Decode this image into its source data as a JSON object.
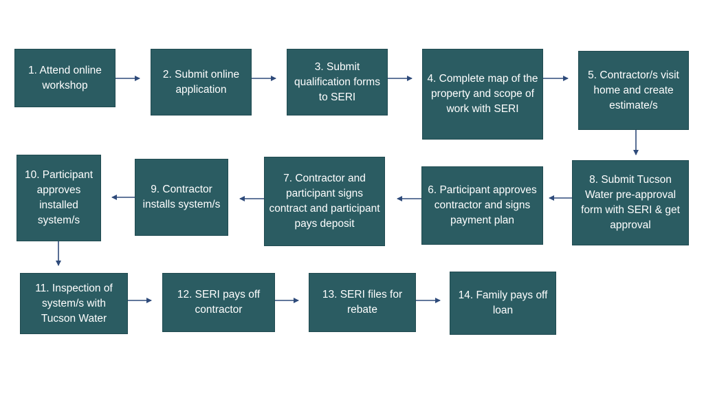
{
  "steps": [
    {
      "id": 1,
      "label": "1. Attend online workshop"
    },
    {
      "id": 2,
      "label": "2. Submit online application"
    },
    {
      "id": 3,
      "label": "3. Submit qualification forms to SERI"
    },
    {
      "id": 4,
      "label": "4. Complete map of the property and scope of work with SERI"
    },
    {
      "id": 5,
      "label": "5. Contractor/s visit home and create estimate/s"
    },
    {
      "id": 6,
      "label": "6. Participant approves contractor and signs payment plan"
    },
    {
      "id": 7,
      "label": "7. Contractor and participant signs contract and participant pays deposit"
    },
    {
      "id": 8,
      "label": "8. Submit Tucson Water pre-approval form with SERI & get approval"
    },
    {
      "id": 9,
      "label": "9. Contractor installs system/s"
    },
    {
      "id": 10,
      "label": "10. Participant approves installed system/s"
    },
    {
      "id": 11,
      "label": "11. Inspection of system/s with Tucson Water"
    },
    {
      "id": 12,
      "label": "12. SERI pays off contractor"
    },
    {
      "id": 13,
      "label": "13. SERI files for rebate"
    },
    {
      "id": 14,
      "label": "14. Family pays off loan"
    }
  ],
  "connections": [
    {
      "from": 1,
      "to": 2
    },
    {
      "from": 2,
      "to": 3
    },
    {
      "from": 3,
      "to": 4
    },
    {
      "from": 4,
      "to": 5
    },
    {
      "from": 5,
      "to": 8
    },
    {
      "from": 8,
      "to": 6
    },
    {
      "from": 6,
      "to": 7
    },
    {
      "from": 7,
      "to": 9
    },
    {
      "from": 9,
      "to": 10
    },
    {
      "from": 10,
      "to": 11
    },
    {
      "from": 11,
      "to": 12
    },
    {
      "from": 12,
      "to": 13
    },
    {
      "from": 13,
      "to": 14
    }
  ],
  "colors": {
    "box_fill": "#2b5c62",
    "box_text": "#ffffff",
    "arrow": "#2e4a7a"
  }
}
